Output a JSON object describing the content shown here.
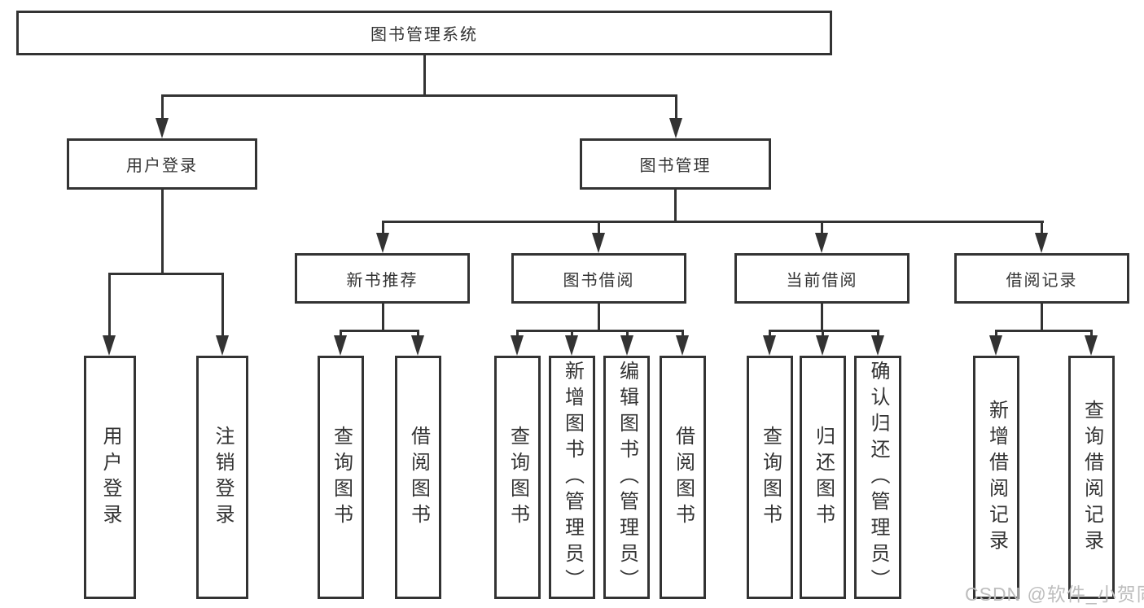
{
  "tree": {
    "root": {
      "label": "图书管理系统"
    },
    "user_login": {
      "label": "用户登录",
      "children": [
        "用户登录",
        "注销登录"
      ]
    },
    "book_mgmt": {
      "label": "图书管理",
      "sections": [
        {
          "label": "新书推荐",
          "children": [
            "查询图书",
            "借阅图书"
          ]
        },
        {
          "label": "图书借阅",
          "children": [
            "查询图书",
            "新增图书（管理员）",
            "编辑图书（管理员）",
            "借阅图书"
          ]
        },
        {
          "label": "当前借阅",
          "children": [
            "查询图书",
            "归还图书",
            "确认归还（管理员）"
          ]
        },
        {
          "label": "借阅记录",
          "children": [
            "新增借阅记录",
            "查询借阅记录"
          ]
        }
      ]
    }
  },
  "watermark": {
    "text": "CSDN @软件_小贺同学"
  },
  "colors": {
    "line": "#333333",
    "text": "#333333",
    "watermark": "#bdbdbd",
    "background": "#ffffff"
  }
}
